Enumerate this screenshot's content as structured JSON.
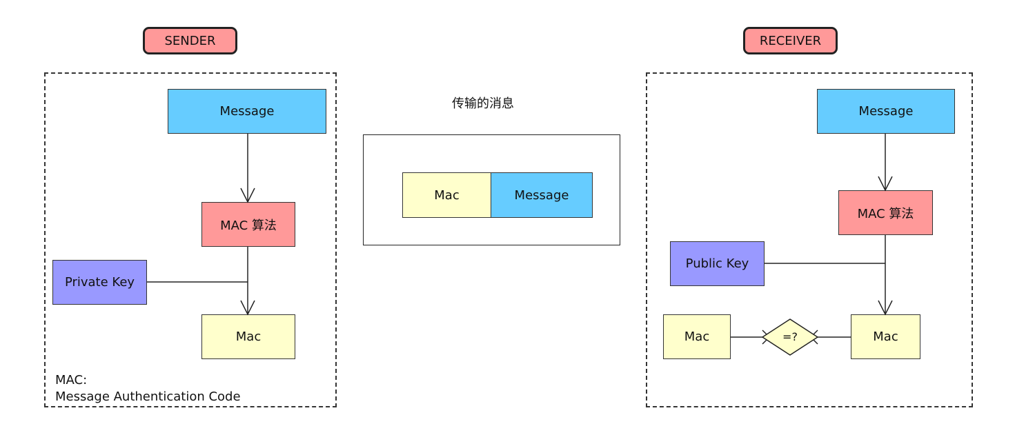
{
  "sender": {
    "title": "SENDER",
    "message": "Message",
    "mac_algorithm": "MAC 算法",
    "private_key": "Private Key",
    "mac": "Mac",
    "note_line1": "MAC:",
    "note_line2": "Message Authentication Code"
  },
  "transfer": {
    "title": "传输的消息",
    "mac": "Mac",
    "message": "Message"
  },
  "receiver": {
    "title": "RECEIVER",
    "message": "Message",
    "mac_algorithm": "MAC 算法",
    "public_key": "Public Key",
    "mac_received": "Mac",
    "compare": "=?",
    "mac_computed": "Mac"
  },
  "colors": {
    "pill": "#ff9999",
    "message": "#66ccff",
    "algorithm": "#ff9999",
    "key": "#9999ff",
    "mac": "#ffffcc"
  }
}
